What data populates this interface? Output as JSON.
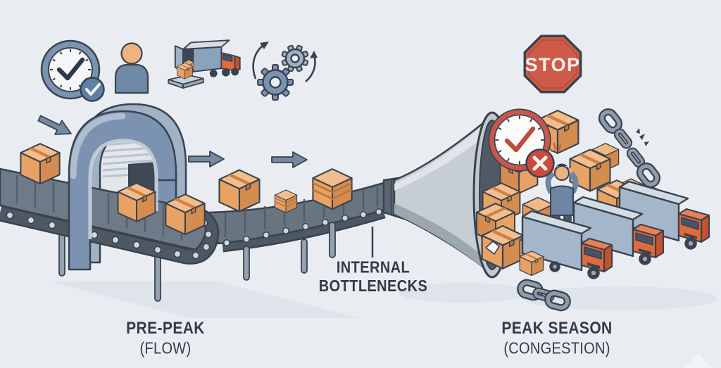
{
  "palette": {
    "background": "#e9edf2",
    "outline": "#39424e",
    "accent_blue": "#7b93b1",
    "accent_orange": "#e8a263",
    "accent_red": "#cd5a47",
    "conveyor": "#6e7a88",
    "funnel": "#c7ced3",
    "text": "#323b47"
  },
  "header_icons": [
    {
      "id": "clock-check-icon",
      "meaning": "on-time clock with checkmark"
    },
    {
      "id": "worker-icon",
      "meaning": "worker"
    },
    {
      "id": "truck-loading-icon",
      "meaning": "truck being loaded with boxes"
    },
    {
      "id": "gears-cycle-icon",
      "meaning": "process gears with sync arrows"
    }
  ],
  "stop_sign": {
    "label": "STOP"
  },
  "bottleneck_label": {
    "line1": "INTERNAL",
    "line2": "BOTTLENECKS"
  },
  "left_stage": {
    "title": "PRE-PEAK",
    "subtitle": "(FLOW)"
  },
  "right_stage": {
    "title": "PEAK SEASON",
    "subtitle": "(CONGESTION)"
  },
  "scene": {
    "truck_count": 3,
    "flow_arrows": 3,
    "broken_chain": "supply chain snapping",
    "stressed_worker": "worker holding head among piled boxes",
    "deadline_clock": "red clock with X badge"
  }
}
